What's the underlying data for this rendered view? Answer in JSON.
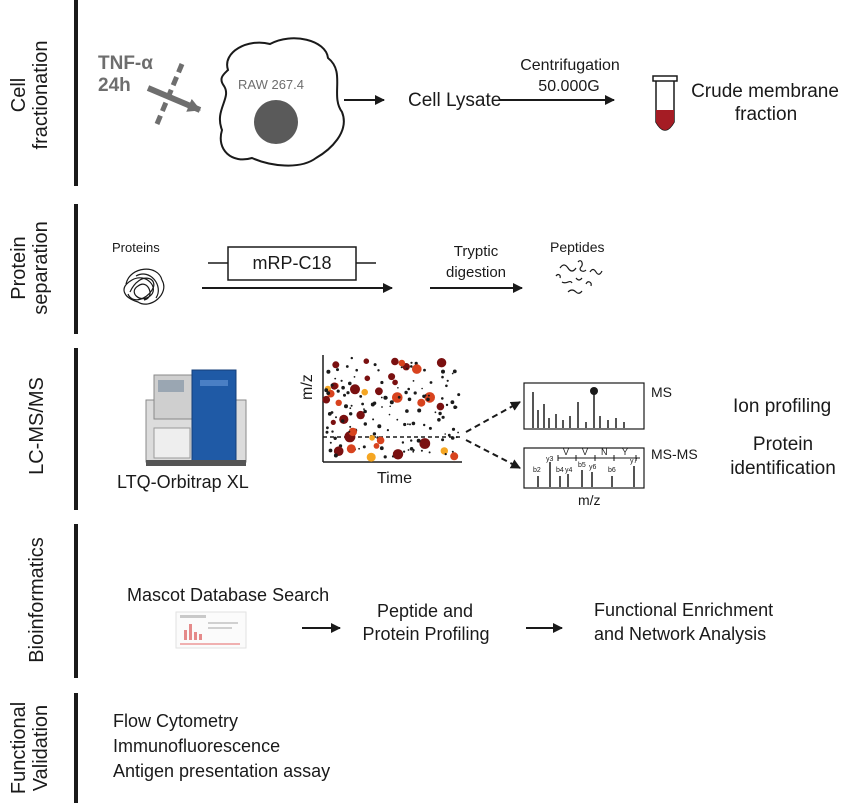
{
  "sections": [
    {
      "id": "cell-fractionation",
      "lines": [
        "Cell",
        "fractionation"
      ]
    },
    {
      "id": "protein-separation",
      "lines": [
        "Protein",
        "separation"
      ]
    },
    {
      "id": "lcmsms",
      "lines": [
        "LC-MS/MS"
      ]
    },
    {
      "id": "bioinformatics",
      "lines": [
        "Bioinformatics"
      ]
    },
    {
      "id": "functional-validation",
      "lines": [
        "Functional",
        "Validation"
      ]
    }
  ],
  "cell_fractionation": {
    "stimulus_line1": "TNF-α",
    "stimulus_line2": "24h",
    "cell_name": "RAW 267.4",
    "lysate": "Cell Lysate",
    "centrifugation": "Centrifugation",
    "speed": "50.000G",
    "crude_line1": "Crude membrane",
    "crude_line2": "fraction"
  },
  "protein_separation": {
    "proteins": "Proteins",
    "column": "mRP-C18",
    "tryptic_line1": "Tryptic",
    "tryptic_line2": "digestion",
    "peptides": "Peptides"
  },
  "lcmsms": {
    "instrument": "LTQ-Orbitrap XL",
    "ylabel": "m/z",
    "xlabel": "Time",
    "ms": "MS",
    "msms": "MS-MS",
    "msms_xlabel": "m/z",
    "sequence": [
      "V",
      "V",
      "N",
      "Y"
    ],
    "ion_labels": [
      "b2",
      "y3",
      "b4",
      "y4",
      "b5",
      "y6",
      "b6",
      "y7"
    ],
    "ion_profiling": "Ion profiling",
    "protein_id_line1": "Protein",
    "protein_id_line2": "identification"
  },
  "bioinformatics": {
    "mascot": "Mascot Database Search",
    "profiling_line1": "Peptide and",
    "profiling_line2": "Protein Profiling",
    "enrichment_line1": "Functional Enrichment",
    "enrichment_line2": "and Network Analysis"
  },
  "functional_validation": {
    "items": [
      "Flow Cytometry",
      "Immunofluorescence",
      "Antigen presentation assay"
    ]
  },
  "colors": {
    "text": "#1a1a1a",
    "grey": "#6e6e6e",
    "nucleus": "#5a5a5a",
    "tube_fill": "#a51c24",
    "heat_dark": "#7a1010",
    "heat_mid": "#d8431e",
    "heat_light": "#f5a623",
    "instrument_blue": "#1f5aa6"
  }
}
